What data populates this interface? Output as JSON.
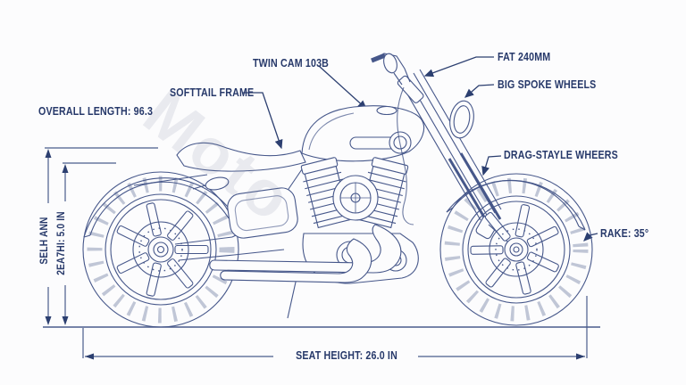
{
  "labels": {
    "overall_length": "OVERALL LENGTH: 96.3",
    "softail_frame": "SOFTTAIL FRAME",
    "twin_cam": "TWIN CAM 103B",
    "fat_tire": "FAT 240MM",
    "big_spoke_wheels": "BIG SPOKE WHEELS",
    "drag_style_wheels": "DRAG-STAYLE WHEERS",
    "rake": "RAKE: 35°",
    "seat_height": "SEAT HEIGHT: 26.0 IN",
    "vertical_outer": "SELH ANN",
    "vertical_inner": "2EA7HI: 5.0 IN",
    "watermark": "Moto"
  },
  "colors": {
    "ink": "#27396a",
    "line": "#44568a",
    "background": "#fcfcfd"
  }
}
